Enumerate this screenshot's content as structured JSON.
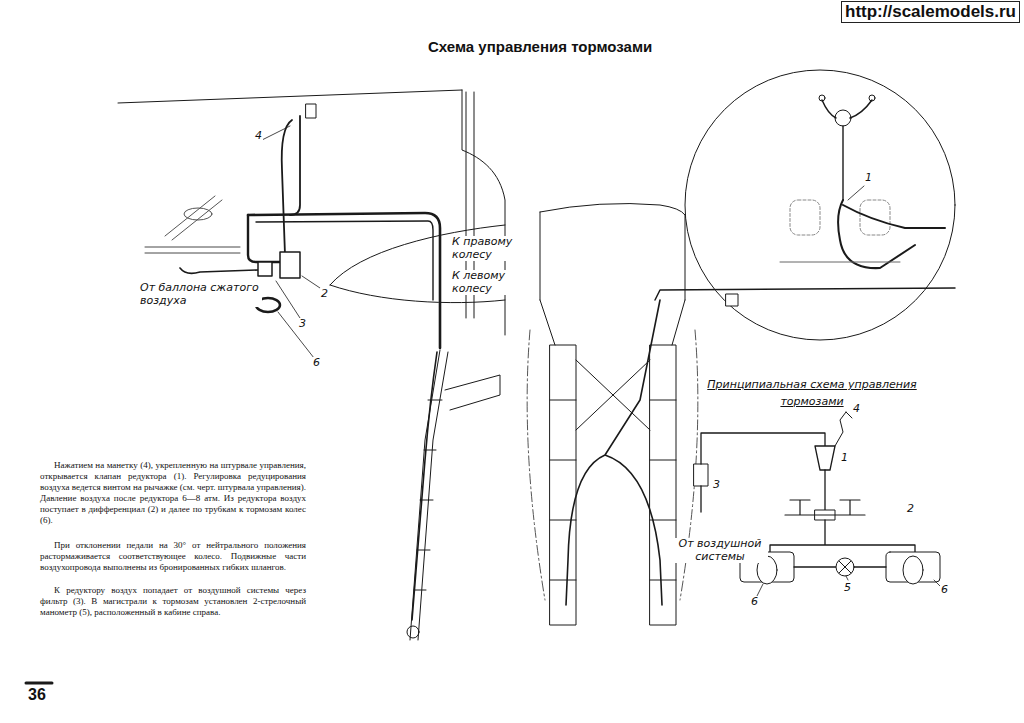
{
  "diagram": {
    "title": "Схема управления тормозами",
    "labels": [
      "http://scalemodels.ru",
      "4",
      "2",
      "3",
      "6",
      "От баллона сжатого воздуха",
      "К правому колесу",
      "К левому колесу",
      "1",
      "Принципиальная схема управления тормозами",
      "4",
      "1",
      "3",
      "2",
      "От воздушной системы",
      "6",
      "5",
      "6",
      "Нажатием на манетку (4), укрепленную на штурвале управления, открывается клапан редуктора (1). Регулировка редуцирования воздуха ведется винтом на рычажке (см. черт. штурвала управления). Давление воздуха после редуктора 6—8 атм. Из редуктора воздух поступает в дифференциал (2) и далее по трубкам к тормозам колес (6).",
      "При отклонении педали на 30° от нейтрального положения растормаживается соответствующее колесо. Подвижные части воздухопровода выполнены из бронированных гибких шлангов.",
      "К редуктору воздух попадает от воздушной системы через фильтр (3). В магистрали к тормозам установлен 2-стрелочный манометр (5), расположенный в кабине справа.",
      "36"
    ]
  }
}
